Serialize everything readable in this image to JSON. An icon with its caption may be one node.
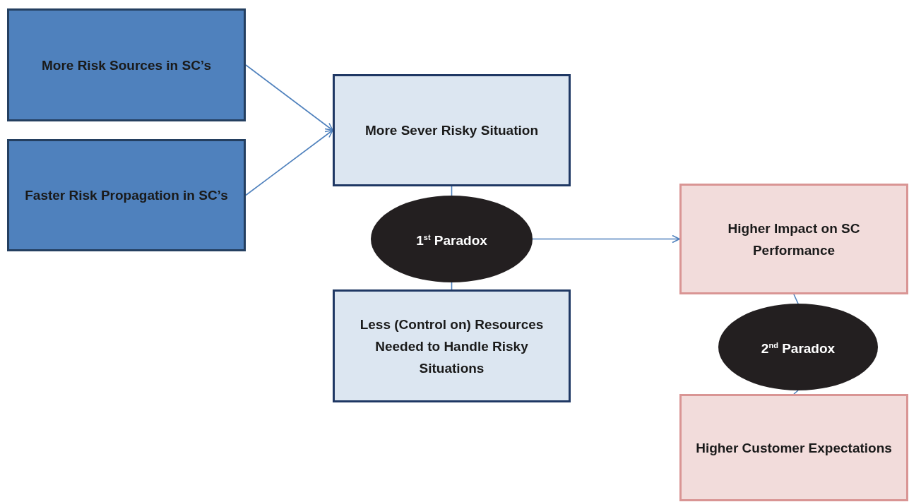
{
  "diagram": {
    "nodes": [
      {
        "text": [
          "More Risk Sources in SC’s"
        ]
      },
      {
        "text": [
          "Faster Risk Propagation in SC’s"
        ]
      },
      {
        "text": [
          "More Sever Risky Situation"
        ]
      },
      {
        "text": [
          "1$^{st}$ Paradox"
        ]
      },
      {
        "text": [
          "Less (Control on) Resources Needed to Handle Risky Situations"
        ]
      },
      {
        "text": [
          "Higher Impact on SC Performance"
        ]
      },
      {
        "text": [
          "2$^{nd}$ Paradox"
        ]
      },
      {
        "text": [
          "Higher Customer Expectations"
        ]
      }
    ],
    "edges": [
      {
        "from": 0,
        "to": 2,
        "arrow": "to"
      },
      {
        "from": 1,
        "to": 2,
        "arrow": "to"
      },
      {
        "from": 2,
        "to": 3,
        "arrow": "none"
      },
      {
        "from": 3,
        "to": 4,
        "arrow": "none"
      },
      {
        "from": 3,
        "to": 5,
        "arrow": "to"
      },
      {
        "from": 5,
        "to": 6,
        "arrow": "none"
      },
      {
        "from": 6,
        "to": 7,
        "arrow": "none"
      }
    ]
  }
}
